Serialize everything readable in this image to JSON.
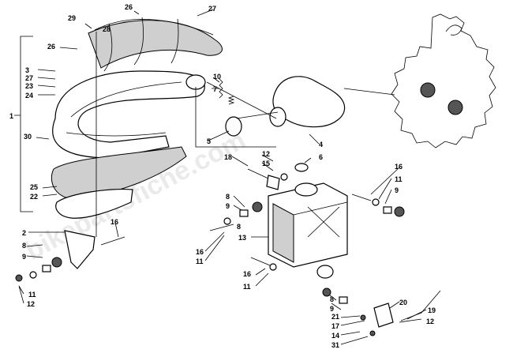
{
  "watermark": "bikepartsfiche.com",
  "callouts": [
    {
      "id": "c1",
      "text": "1"
    },
    {
      "id": "c2",
      "text": "2"
    },
    {
      "id": "c3",
      "text": "3"
    },
    {
      "id": "c4",
      "text": "4"
    },
    {
      "id": "c5",
      "text": "5"
    },
    {
      "id": "c6",
      "text": "6"
    },
    {
      "id": "c7",
      "text": "7"
    },
    {
      "id": "c8a",
      "text": "8"
    },
    {
      "id": "c8b",
      "text": "8"
    },
    {
      "id": "c8c",
      "text": "8"
    },
    {
      "id": "c8d",
      "text": "8"
    },
    {
      "id": "c9a",
      "text": "9"
    },
    {
      "id": "c9b",
      "text": "9"
    },
    {
      "id": "c9c",
      "text": "9"
    },
    {
      "id": "c9d",
      "text": "9"
    },
    {
      "id": "c10",
      "text": "10"
    },
    {
      "id": "c11a",
      "text": "11"
    },
    {
      "id": "c11b",
      "text": "11"
    },
    {
      "id": "c11c",
      "text": "11"
    },
    {
      "id": "c11d",
      "text": "11"
    },
    {
      "id": "c12a",
      "text": "12"
    },
    {
      "id": "c12b",
      "text": "12"
    },
    {
      "id": "c12c",
      "text": "12"
    },
    {
      "id": "c13",
      "text": "13"
    },
    {
      "id": "c14",
      "text": "14"
    },
    {
      "id": "c15",
      "text": "15"
    },
    {
      "id": "c16a",
      "text": "16"
    },
    {
      "id": "c16b",
      "text": "16"
    },
    {
      "id": "c16c",
      "text": "16"
    },
    {
      "id": "c16d",
      "text": "16"
    },
    {
      "id": "c17",
      "text": "17"
    },
    {
      "id": "c18",
      "text": "18"
    },
    {
      "id": "c19",
      "text": "19"
    },
    {
      "id": "c20",
      "text": "20"
    },
    {
      "id": "c21",
      "text": "21"
    },
    {
      "id": "c22",
      "text": "22"
    },
    {
      "id": "c23",
      "text": "23"
    },
    {
      "id": "c24",
      "text": "24"
    },
    {
      "id": "c25",
      "text": "25"
    },
    {
      "id": "c26a",
      "text": "26"
    },
    {
      "id": "c26b",
      "text": "26"
    },
    {
      "id": "c27a",
      "text": "27"
    },
    {
      "id": "c27b",
      "text": "27"
    },
    {
      "id": "c28",
      "text": "28"
    },
    {
      "id": "c29",
      "text": "29"
    },
    {
      "id": "c30",
      "text": "30"
    },
    {
      "id": "c31",
      "text": "31"
    }
  ]
}
